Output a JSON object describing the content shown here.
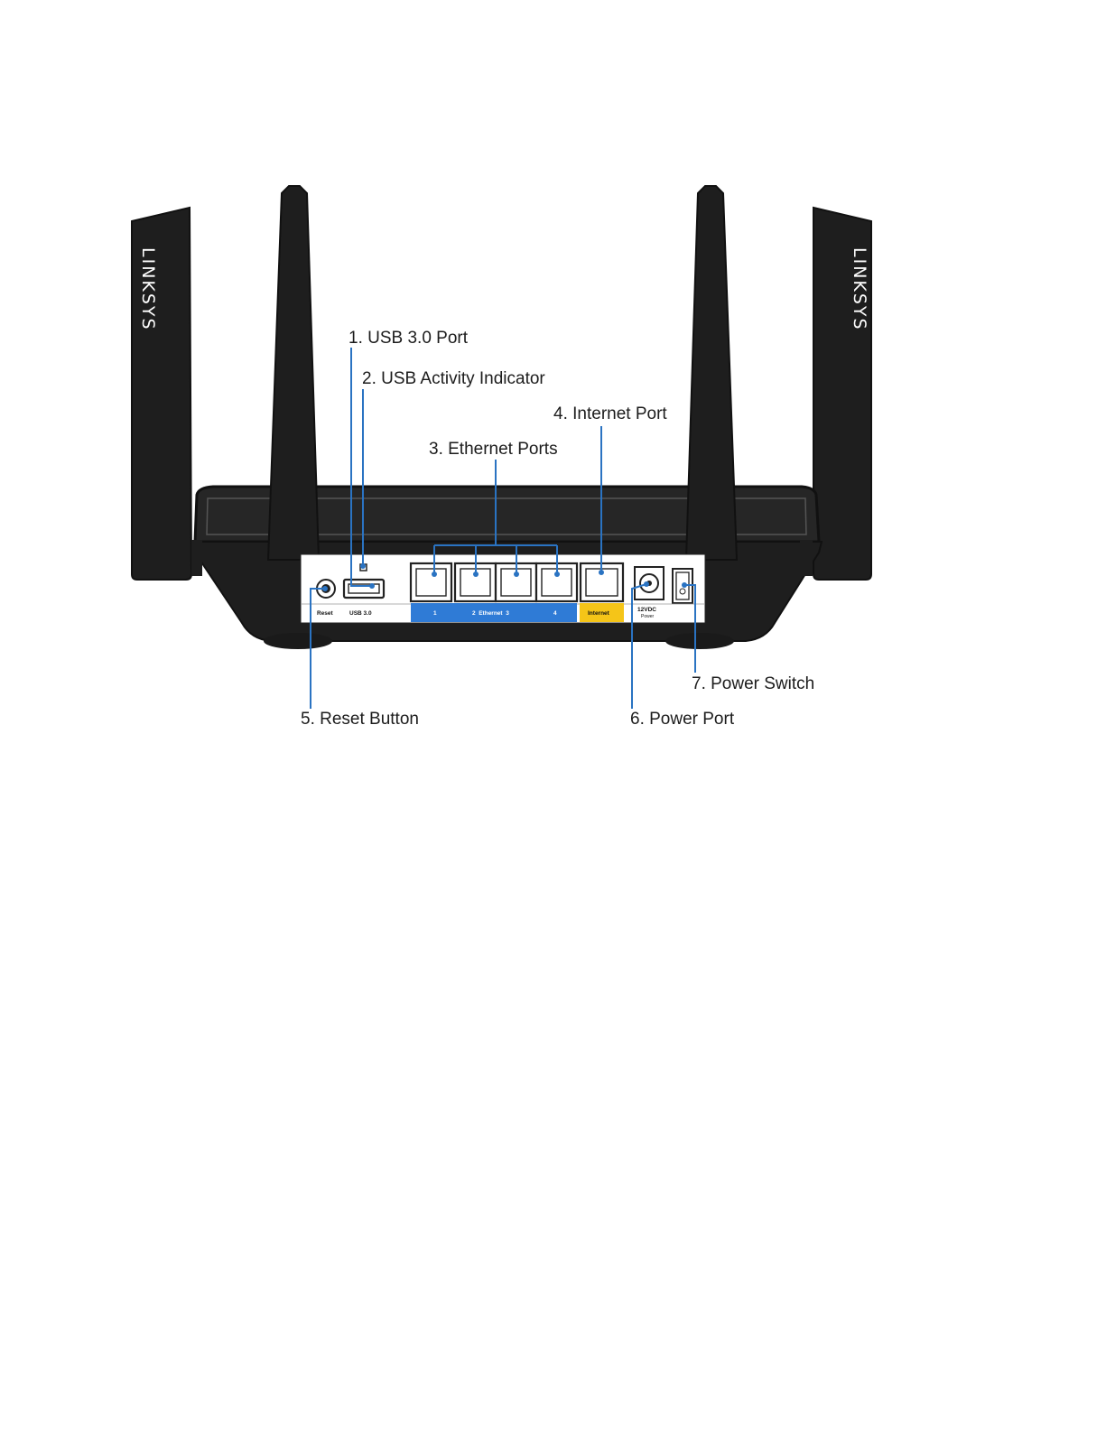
{
  "brand": {
    "antenna_text": "LINKSYS"
  },
  "panel": {
    "reset": "Reset",
    "usb": "USB 3.0",
    "eth_1": "1",
    "eth_2_3": "2  Ethernet  3",
    "eth_4": "4",
    "internet": "Internet",
    "dc_line1": "12VDC",
    "dc_line2": "Power"
  },
  "callouts": {
    "usb_port": "1. USB 3.0 Port",
    "usb_activity": "2. USB Activity Indicator",
    "ethernet_ports": "3. Ethernet Ports",
    "internet_port": "4. Internet Port",
    "reset_button": "5. Reset Button",
    "power_port": "6. Power Port",
    "power_switch": "7. Power Switch"
  },
  "colors": {
    "ethernet_band": "#2f7bd6",
    "internet_band": "#f5c518",
    "leader_line": "#2a73c2",
    "device_body": "#1e1e1e"
  }
}
